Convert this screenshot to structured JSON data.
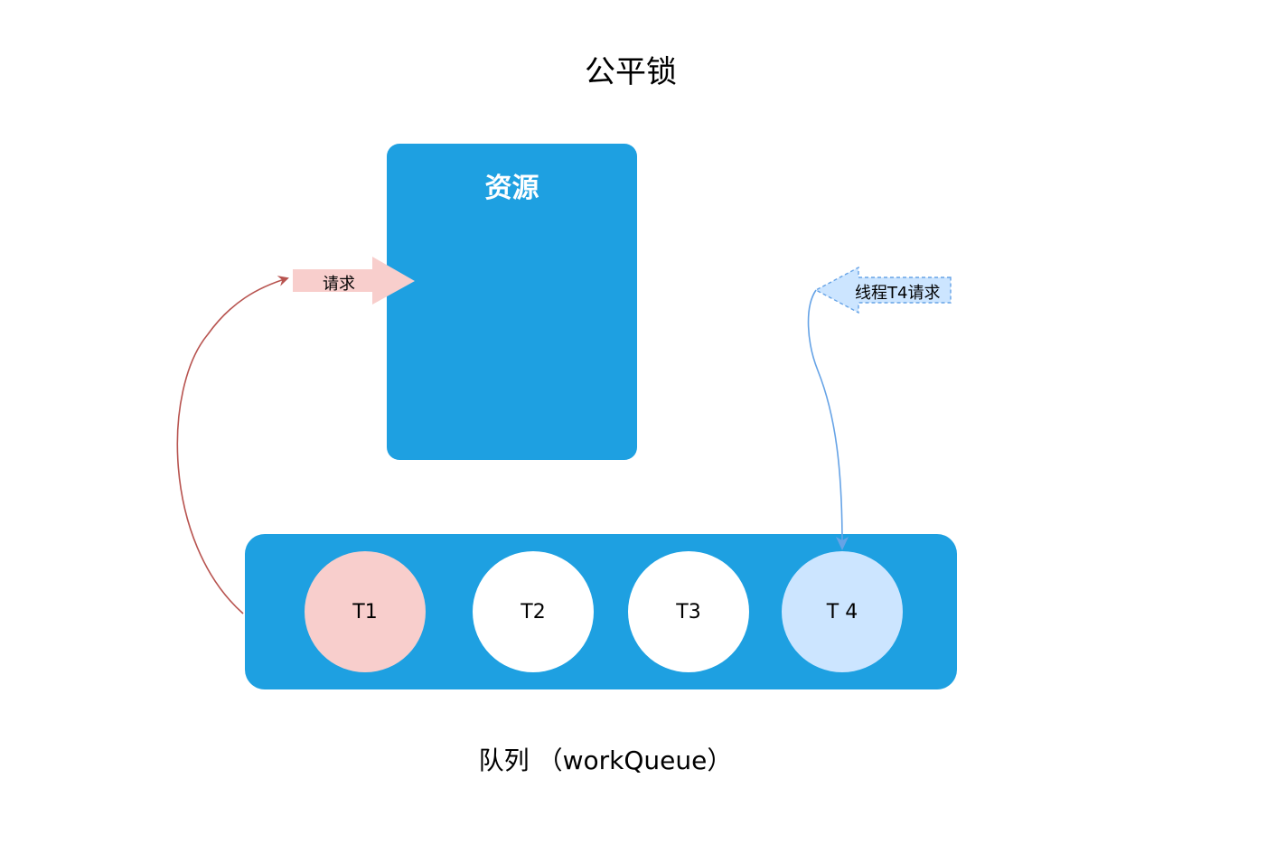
{
  "title": "公平锁",
  "resource": {
    "label": "资源",
    "color": "#1ea0e1"
  },
  "request_arrow": {
    "label": "请求",
    "color": "#f8cecc",
    "connector_color": "#b85450"
  },
  "t4_request_arrow": {
    "label": "线程T4请求",
    "color": "#cce5ff",
    "border_color": "#66a3e6",
    "connector_color": "#66a3e6"
  },
  "queue": {
    "label": "队列 （workQueue）",
    "color": "#1ea0e1",
    "threads": [
      {
        "label": "T1",
        "color": "#f8cecc"
      },
      {
        "label": "T2",
        "color": "#ffffff"
      },
      {
        "label": "T3",
        "color": "#ffffff"
      },
      {
        "label": "T 4",
        "color": "#cce5ff"
      }
    ]
  }
}
